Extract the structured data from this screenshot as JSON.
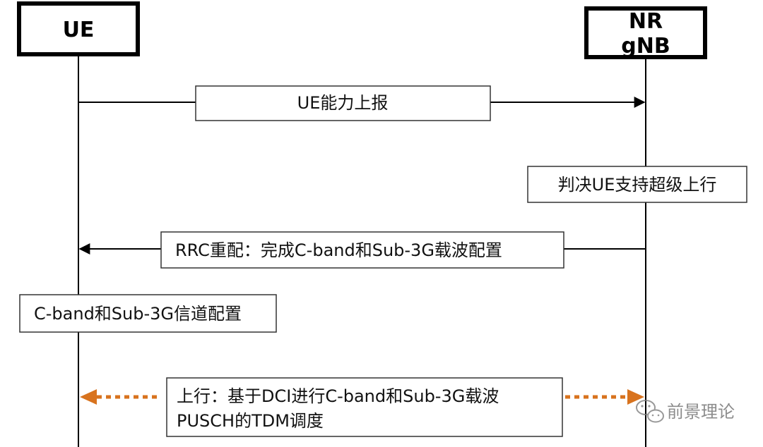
{
  "participants": {
    "ue": {
      "label": "UE"
    },
    "gnb": {
      "line1": "NR",
      "line2": "gNB"
    }
  },
  "messages": {
    "capability_report": "UE能力上报",
    "decision": "判决UE支持超级上行",
    "rrc_reconfig": "RRC重配：完成C-band和Sub-3G载波配置",
    "channel_config": "C-band和Sub-3G信道配置",
    "uplink_line1": "上行：基于DCI进行C-band和Sub-3G载波",
    "uplink_line2": "PUSCH的TDM调度"
  },
  "watermark": {
    "text": "前景理论",
    "icon": "wechat-icon"
  },
  "colors": {
    "line": "#000000",
    "box_border": "#333333",
    "dotted_arrow": "#d8731e",
    "watermark": "#666666"
  }
}
